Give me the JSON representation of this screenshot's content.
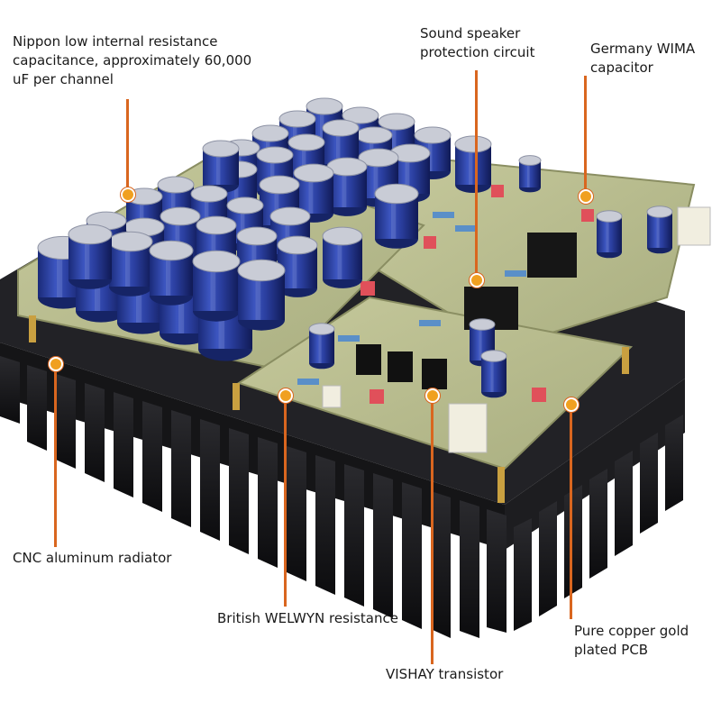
{
  "colors": {
    "background": "#ffffff",
    "leader_line": "#d9661f",
    "leader_dot": "#f0a020",
    "heatsink": "#1b1b1d",
    "pcb": "#b8bd8e",
    "capacitor": "#22358f"
  },
  "callouts": {
    "nippon": {
      "line1": "Nippon low internal resistance",
      "line2": "capacitance, approximately 60,000",
      "line3": "uF per channel"
    },
    "speaker_protection": {
      "line1": "Sound speaker",
      "line2": "protection circuit"
    },
    "wima": {
      "line1": "Germany WIMA",
      "line2": "capacitor"
    },
    "radiator": {
      "line1": "CNC aluminum radiator"
    },
    "welwyn": {
      "line1": "British WELWYN resistance"
    },
    "vishay": {
      "line1": "VISHAY transistor"
    },
    "pcb": {
      "line1": "Pure copper gold",
      "line2": "plated PCB"
    }
  }
}
